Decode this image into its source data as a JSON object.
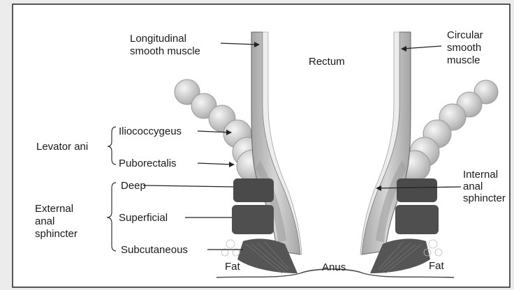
{
  "diagram": {
    "labels": {
      "longitudinal_line1": "Longitudinal",
      "longitudinal_line2": "smooth muscle",
      "rectum": "Rectum",
      "circular_line1": "Circular",
      "circular_line2": "smooth",
      "circular_line3": "muscle",
      "levator_ani": "Levator ani",
      "iliococcygeus": "Iliococcygeus",
      "puborectalis": "Puborectalis",
      "deep": "Deep",
      "external_line1": "External",
      "external_line2": "anal",
      "external_line3": "sphincter",
      "superficial": "Superficial",
      "subcutaneous": "Subcutaneous",
      "internal_line1": "Internal",
      "internal_line2": "anal",
      "internal_line3": "sphincter",
      "fat_left": "Fat",
      "anus": "Anus",
      "fat_right": "Fat"
    },
    "colors": {
      "background": "#ececec",
      "panel": "#ffffff",
      "border": "#222222",
      "muscle_ball": "#cfcfcf",
      "sphincter": "#4a4a4a",
      "rectum_wall": "#bdbdbd",
      "mucosa": "#e9e9e9"
    }
  }
}
